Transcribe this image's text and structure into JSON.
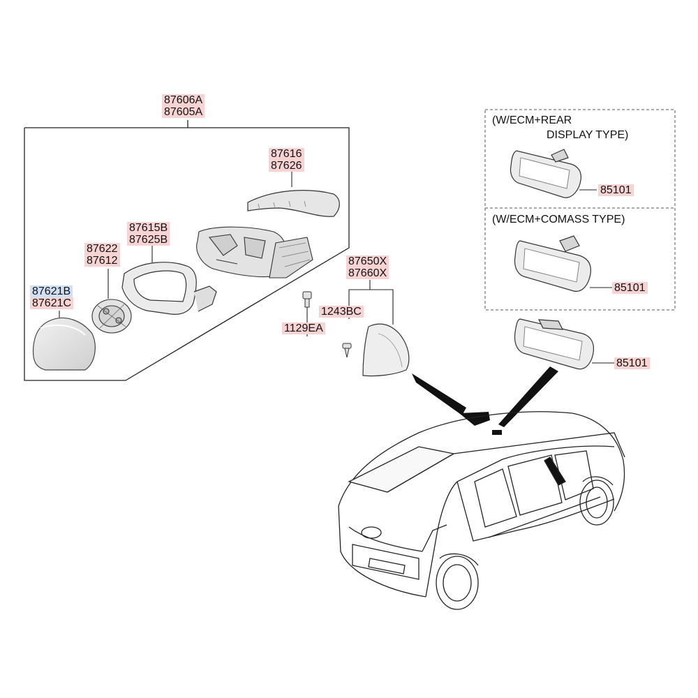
{
  "parts": {
    "p87606A": "87606A",
    "p87605A": "87605A",
    "p87616": "87616",
    "p87626": "87626",
    "p87615B": "87615B",
    "p87625B": "87625B",
    "p87622": "87622",
    "p87612": "87612",
    "p87621B": "87621B",
    "p87621C": "87621C",
    "p87650X": "87650X",
    "p87660X": "87660X",
    "p1243BC": "1243BC",
    "p1129EA": "1129EA",
    "p85101_rear": "85101",
    "p85101_compass": "85101",
    "p85101_std": "85101"
  },
  "notes": {
    "rear_line1": "(W/ECM+REAR",
    "rear_line2": "DISPLAY TYPE)",
    "compass": "(W/ECM+COMASS TYPE)"
  },
  "colors": {
    "label_highlight": "#f7d3d3",
    "label_highlight_blue": "#cfdff5",
    "line": "#222222",
    "part_fill": "#e9e9e9"
  }
}
